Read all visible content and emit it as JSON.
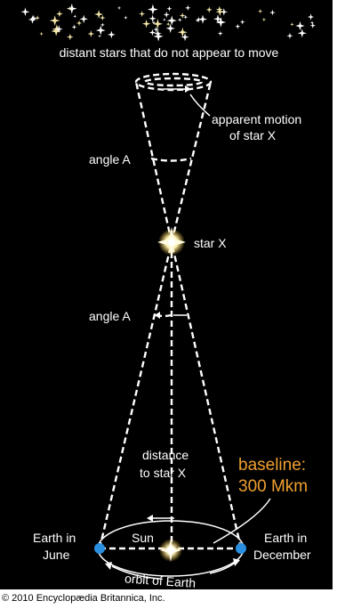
{
  "labels": {
    "distant_stars": "distant stars that do not appear to move",
    "apparent_motion_line1": "apparent motion",
    "apparent_motion_line2": "of star X",
    "angle_a_top": "angle A",
    "star_x": "star X",
    "angle_a_bottom": "angle A",
    "distance_line1": "distance",
    "distance_line2": "to star X",
    "baseline_line1": "baseline:",
    "baseline_line2": "300 Mkm",
    "earth_june_line1": "Earth in",
    "earth_june_line2": "June",
    "sun": "Sun",
    "earth_december_line1": "Earth in",
    "earth_december_line2": "December",
    "orbit": "orbit of Earth"
  },
  "credit": "© 2010 Encyclopædia Britannica, Inc.",
  "colors": {
    "background": "#000000",
    "lines": "#ffffff",
    "highlight_text": "#f0a030",
    "earth": "#2a8fe0",
    "sun": "#fff6c8"
  }
}
